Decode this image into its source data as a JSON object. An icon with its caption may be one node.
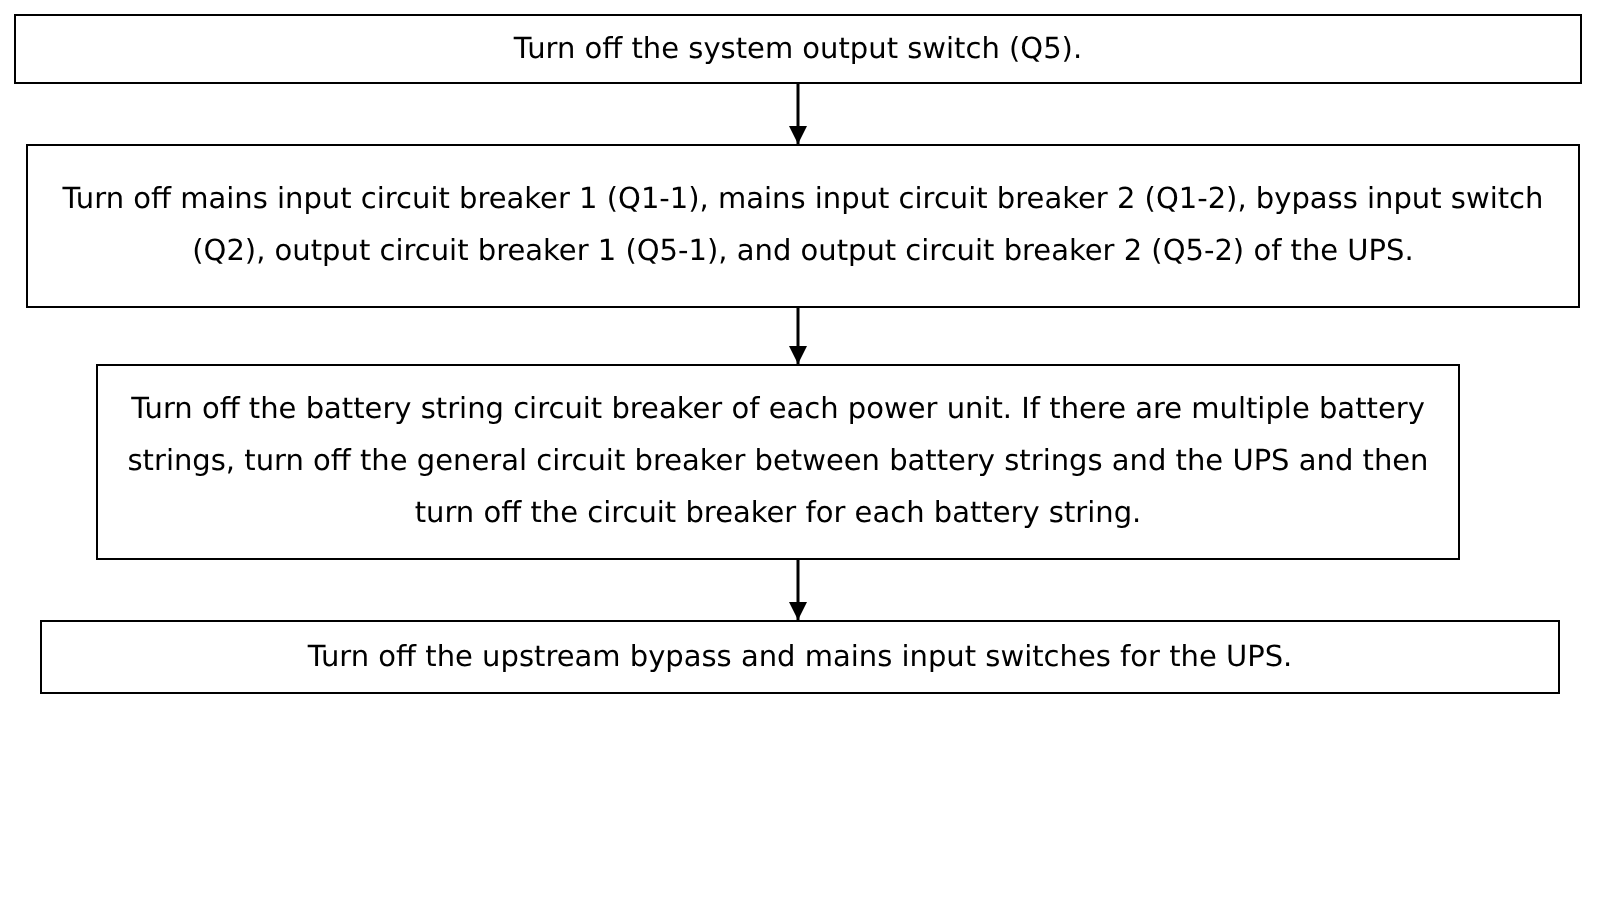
{
  "diagram": {
    "nodes": [
      {
        "text": [
          "Turn off the system output switch (Q5)."
        ]
      },
      {
        "text": [
          "Turn off mains input circuit breaker 1 (Q1-1), mains input circuit breaker 2 (Q1-2), bypass input switch (Q2), output circuit breaker 1 (Q5-1), and output circuit breaker 2 (Q5-2) of the UPS."
        ]
      },
      {
        "text": [
          "Turn off the battery string circuit breaker of each power unit. If there are multiple battery strings, turn off the general circuit breaker between battery strings and the UPS and then turn off the circuit breaker for each battery string."
        ]
      },
      {
        "text": [
          "Turn off the upstream bypass and mains input switches for the UPS."
        ]
      }
    ],
    "edges": [
      {
        "from": 0,
        "to": 1,
        "arrow": "to"
      },
      {
        "from": 1,
        "to": 2,
        "arrow": "to"
      },
      {
        "from": 2,
        "to": 3,
        "arrow": "to"
      }
    ]
  }
}
